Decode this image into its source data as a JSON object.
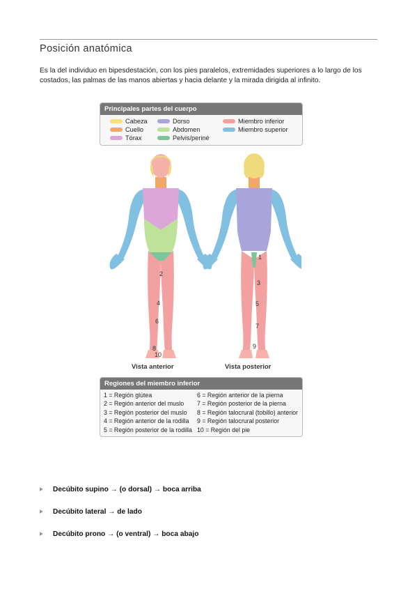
{
  "title": "Posición anatómica",
  "intro": "Es la del individuo en bipesdestación, con los pies paralelos, extremidades superiores a lo largo de los costados, las palmas de las manos abiertas y hacia delante y la mirada dirigida al infinito.",
  "legend": {
    "header": "Principales partes del cuerpo",
    "items": [
      {
        "label": "Cabeza",
        "color": "#f6e27a"
      },
      {
        "label": "Cuello",
        "color": "#f2a66a"
      },
      {
        "label": "Tórax",
        "color": "#dca7d8"
      },
      {
        "label": "Dorso",
        "color": "#a9a4dc"
      },
      {
        "label": "Abdomen",
        "color": "#bfe29a"
      },
      {
        "label": "Pelvis/periné",
        "color": "#7cc59a"
      },
      {
        "label": "Miembro inferior",
        "color": "#f2a0a0"
      },
      {
        "label": "Miembro superior",
        "color": "#82c0e2"
      }
    ]
  },
  "figure": {
    "front_label": "Vista anterior",
    "back_label": "Vista posterior",
    "front_numbers": [
      "2",
      "4",
      "6",
      "8",
      "10"
    ],
    "back_numbers": [
      "1",
      "3",
      "5",
      "7",
      "9"
    ],
    "skin": "#f6b1aa",
    "hair": "#f0da7e"
  },
  "regions": {
    "header": "Regiones del miembro inferior",
    "left": [
      "1 = Región glútea",
      "2 = Región anterior del muslo",
      "3 = Región posterior del muslo",
      "4 = Región anterior de la rodilla",
      "5 = Región posterior de la rodilla"
    ],
    "right": [
      "6 = Región anterior de la pierna",
      "7 = Región posterior de la pierna",
      "8 = Región talocrural (tobillo) anterior",
      "9 = Región talocrural posterior",
      "10 = Región del pie"
    ]
  },
  "bullets": [
    "Decúbito supino → (o dorsal) → boca arriba",
    "Decúbito lateral → de lado",
    "Decúbito prono → (o ventral) → boca abajo"
  ]
}
